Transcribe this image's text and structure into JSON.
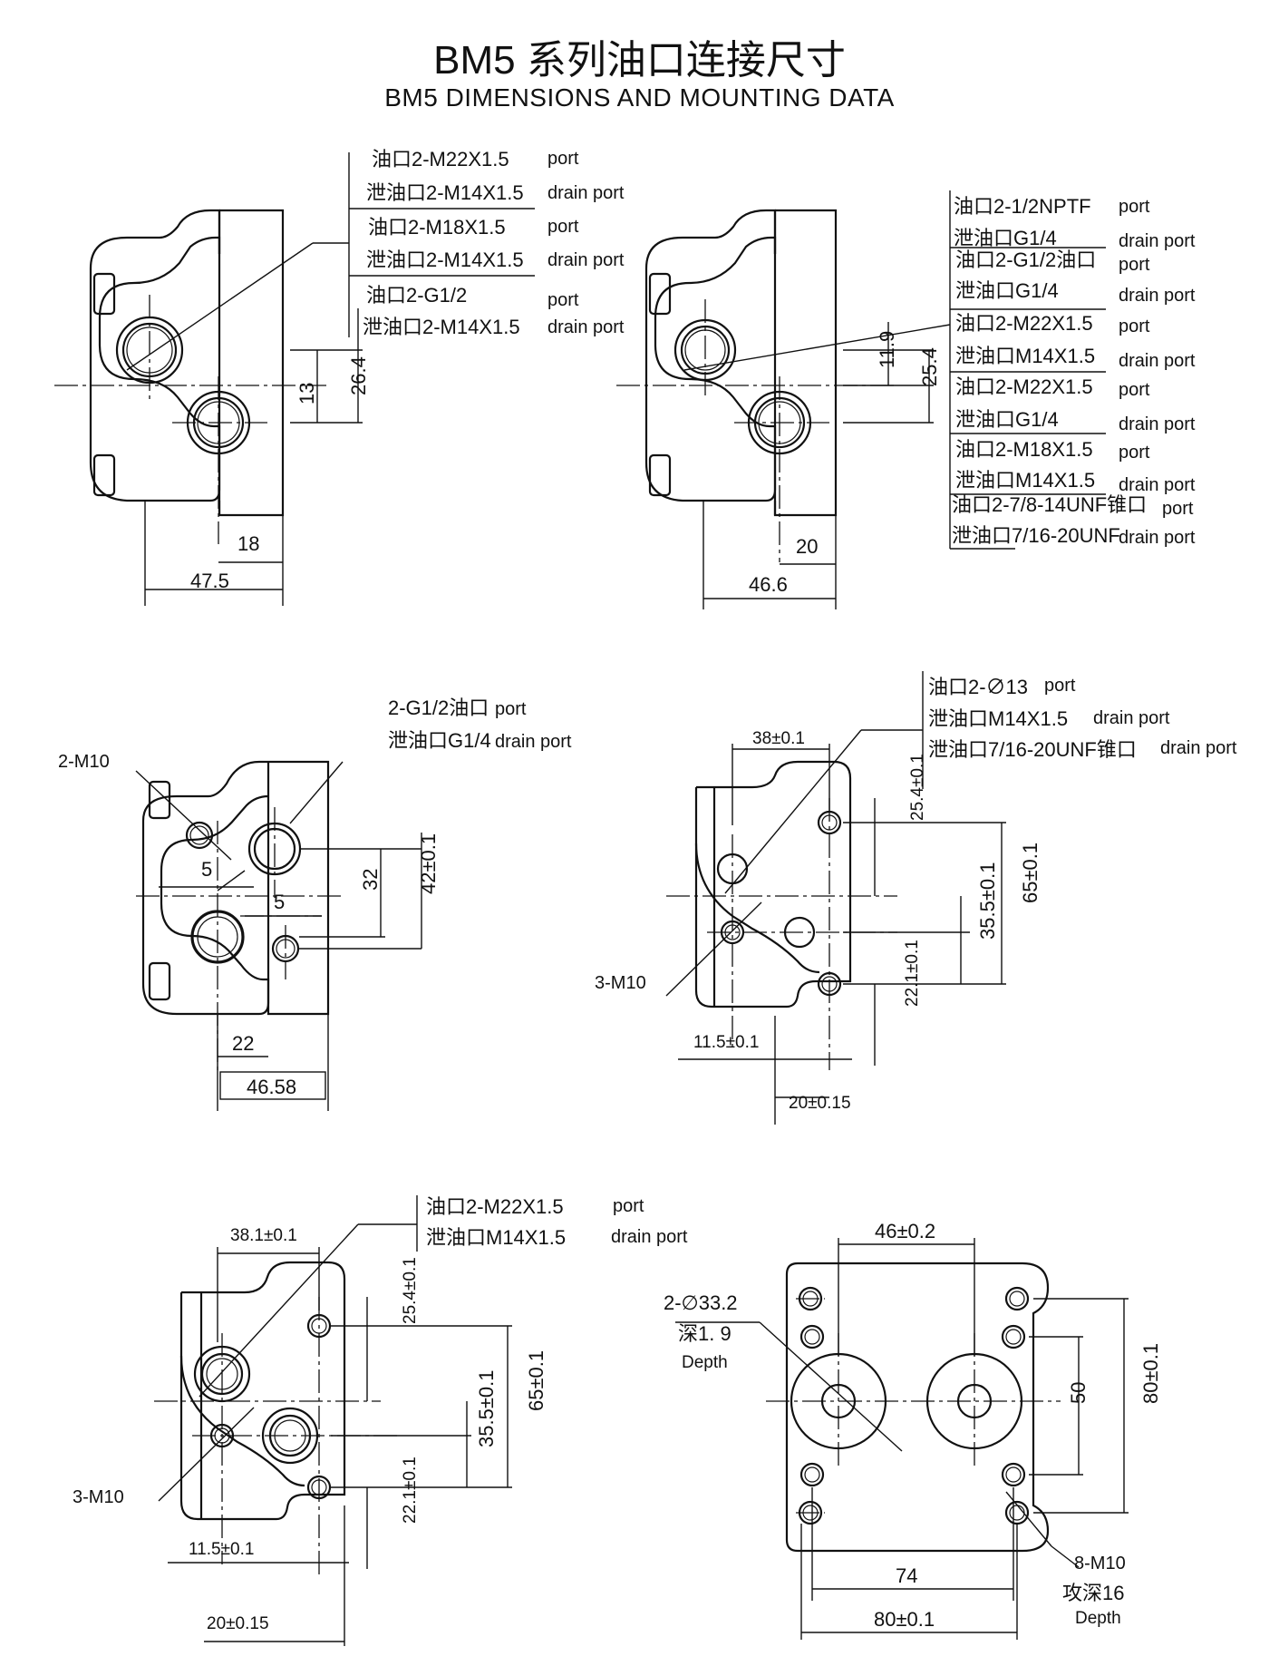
{
  "title": "BM5 系列油口连接尺寸",
  "subtitle": "BM5 DIMENSIONS AND MOUNTING DATA",
  "view1": {
    "ports": [
      {
        "label": "油口2-M22X1.5",
        "note": "port"
      },
      {
        "label": "泄油口2-M14X1.5",
        "note": "drain port"
      },
      {
        "label": "油口2-M18X1.5",
        "note": "port"
      },
      {
        "label": "泄油口2-M14X1.5",
        "note": "drain port"
      },
      {
        "label": "油口2-G1/2",
        "note": "port"
      },
      {
        "label": "泄油口2-M14X1.5",
        "note": "drain port"
      }
    ],
    "dims": {
      "d_13": "13",
      "d_26_4": "26.4",
      "d_18": "18",
      "d_47_5": "47.5"
    }
  },
  "view2": {
    "ports": [
      {
        "label": "油口2-1/2NPTF",
        "note": "port"
      },
      {
        "label": "泄油口G1/4",
        "note": "drain port"
      },
      {
        "label": "油口2-G1/2油口",
        "note": "port"
      },
      {
        "label": "泄油口G1/4",
        "note": "drain port"
      },
      {
        "label": "油口2-M22X1.5",
        "note": "port"
      },
      {
        "label": "泄油口M14X1.5",
        "note": "drain port"
      },
      {
        "label": "油口2-M22X1.5",
        "note": "port"
      },
      {
        "label": "泄油口G1/4",
        "note": "drain port"
      },
      {
        "label": "油口2-M18X1.5",
        "note": "port"
      },
      {
        "label": "泄油口M14X1.5",
        "note": "drain port"
      },
      {
        "label": "油口2-7/8-14UNF锥口",
        "note": "port"
      },
      {
        "label": "泄油口7/16-20UNF",
        "note": "drain port"
      }
    ],
    "dims": {
      "d_11_9": "11.9",
      "d_25_4": "25.4",
      "d_20": "20",
      "d_46_6": "46.6"
    }
  },
  "view3": {
    "ports": [
      {
        "label": "2-G1/2油口",
        "note": "port"
      },
      {
        "label": "泄油口G1/4",
        "note": "drain port"
      }
    ],
    "bolt": "2-M10",
    "dims": {
      "d_5a": "5",
      "d_5b": "5",
      "d_32": "32",
      "d_42": "42±0.1",
      "d_22": "22",
      "d_46_58": "46.58"
    }
  },
  "view4": {
    "ports": [
      {
        "label": "油口2-∅13",
        "note": "port"
      },
      {
        "label": "泄油口M14X1.5",
        "note": "drain port"
      },
      {
        "label": "泄油口7/16-20UNF锥口",
        "note": "drain port"
      }
    ],
    "bolt": "3-M10",
    "dims": {
      "d_38_1": "38±0.1",
      "d_25_4": "25.4±0.1",
      "d_65": "65±0.1",
      "d_35_5": "35.5±0.1",
      "d_22_1": "22.1±0.1",
      "d_11_5": "11.5±0.1",
      "d_20": "20±0.15"
    }
  },
  "view5": {
    "ports": [
      {
        "label": "油口2-M22X1.5",
        "note": "port"
      },
      {
        "label": "泄油口M14X1.5",
        "note": "drain port"
      }
    ],
    "bolt": "3-M10",
    "dims": {
      "d_38_1": "38.1±0.1",
      "d_25_4": "25.4±0.1",
      "d_65": "65±0.1",
      "d_35_5": "35.5±0.1",
      "d_22_1": "22.1±0.1",
      "d_11_5": "11.5±0.1",
      "d_20": "20±0.15"
    }
  },
  "view6": {
    "hole": "2-∅33.2",
    "hole_depth_cn": "深1. 9",
    "hole_depth_en": "Depth",
    "bolt": "8-M10",
    "bolt_depth_cn": "攻深16",
    "bolt_depth_en": "Depth",
    "dims": {
      "d_46": "46±0.2",
      "d_50": "50",
      "d_80v": "80±0.1",
      "d_74": "74",
      "d_80h": "80±0.1"
    }
  }
}
